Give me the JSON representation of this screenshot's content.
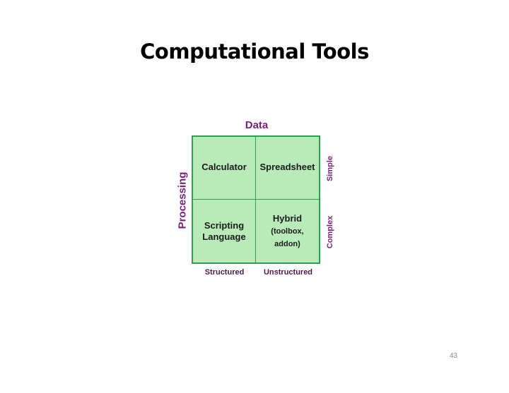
{
  "slide": {
    "title": "Computational Tools",
    "page_number": "43"
  },
  "diagram": {
    "top_label": "Data",
    "left_label": "Processing",
    "row_labels": [
      "Simple",
      "Complex"
    ],
    "column_labels": [
      "Structured",
      "Unstructured"
    ],
    "cells": {
      "calculator": "Calculator",
      "spreadsheet": "Spreadsheet",
      "scripting_line1": "Scripting",
      "scripting_line2": "Language",
      "hybrid_line1": "Hybrid",
      "hybrid_line2": "(toolbox,",
      "hybrid_line3": "addon)"
    },
    "colors": {
      "cell_fill": "#b9ebb9",
      "grid_border": "#2e9e56",
      "axis_label": "#7a1e7a"
    }
  }
}
